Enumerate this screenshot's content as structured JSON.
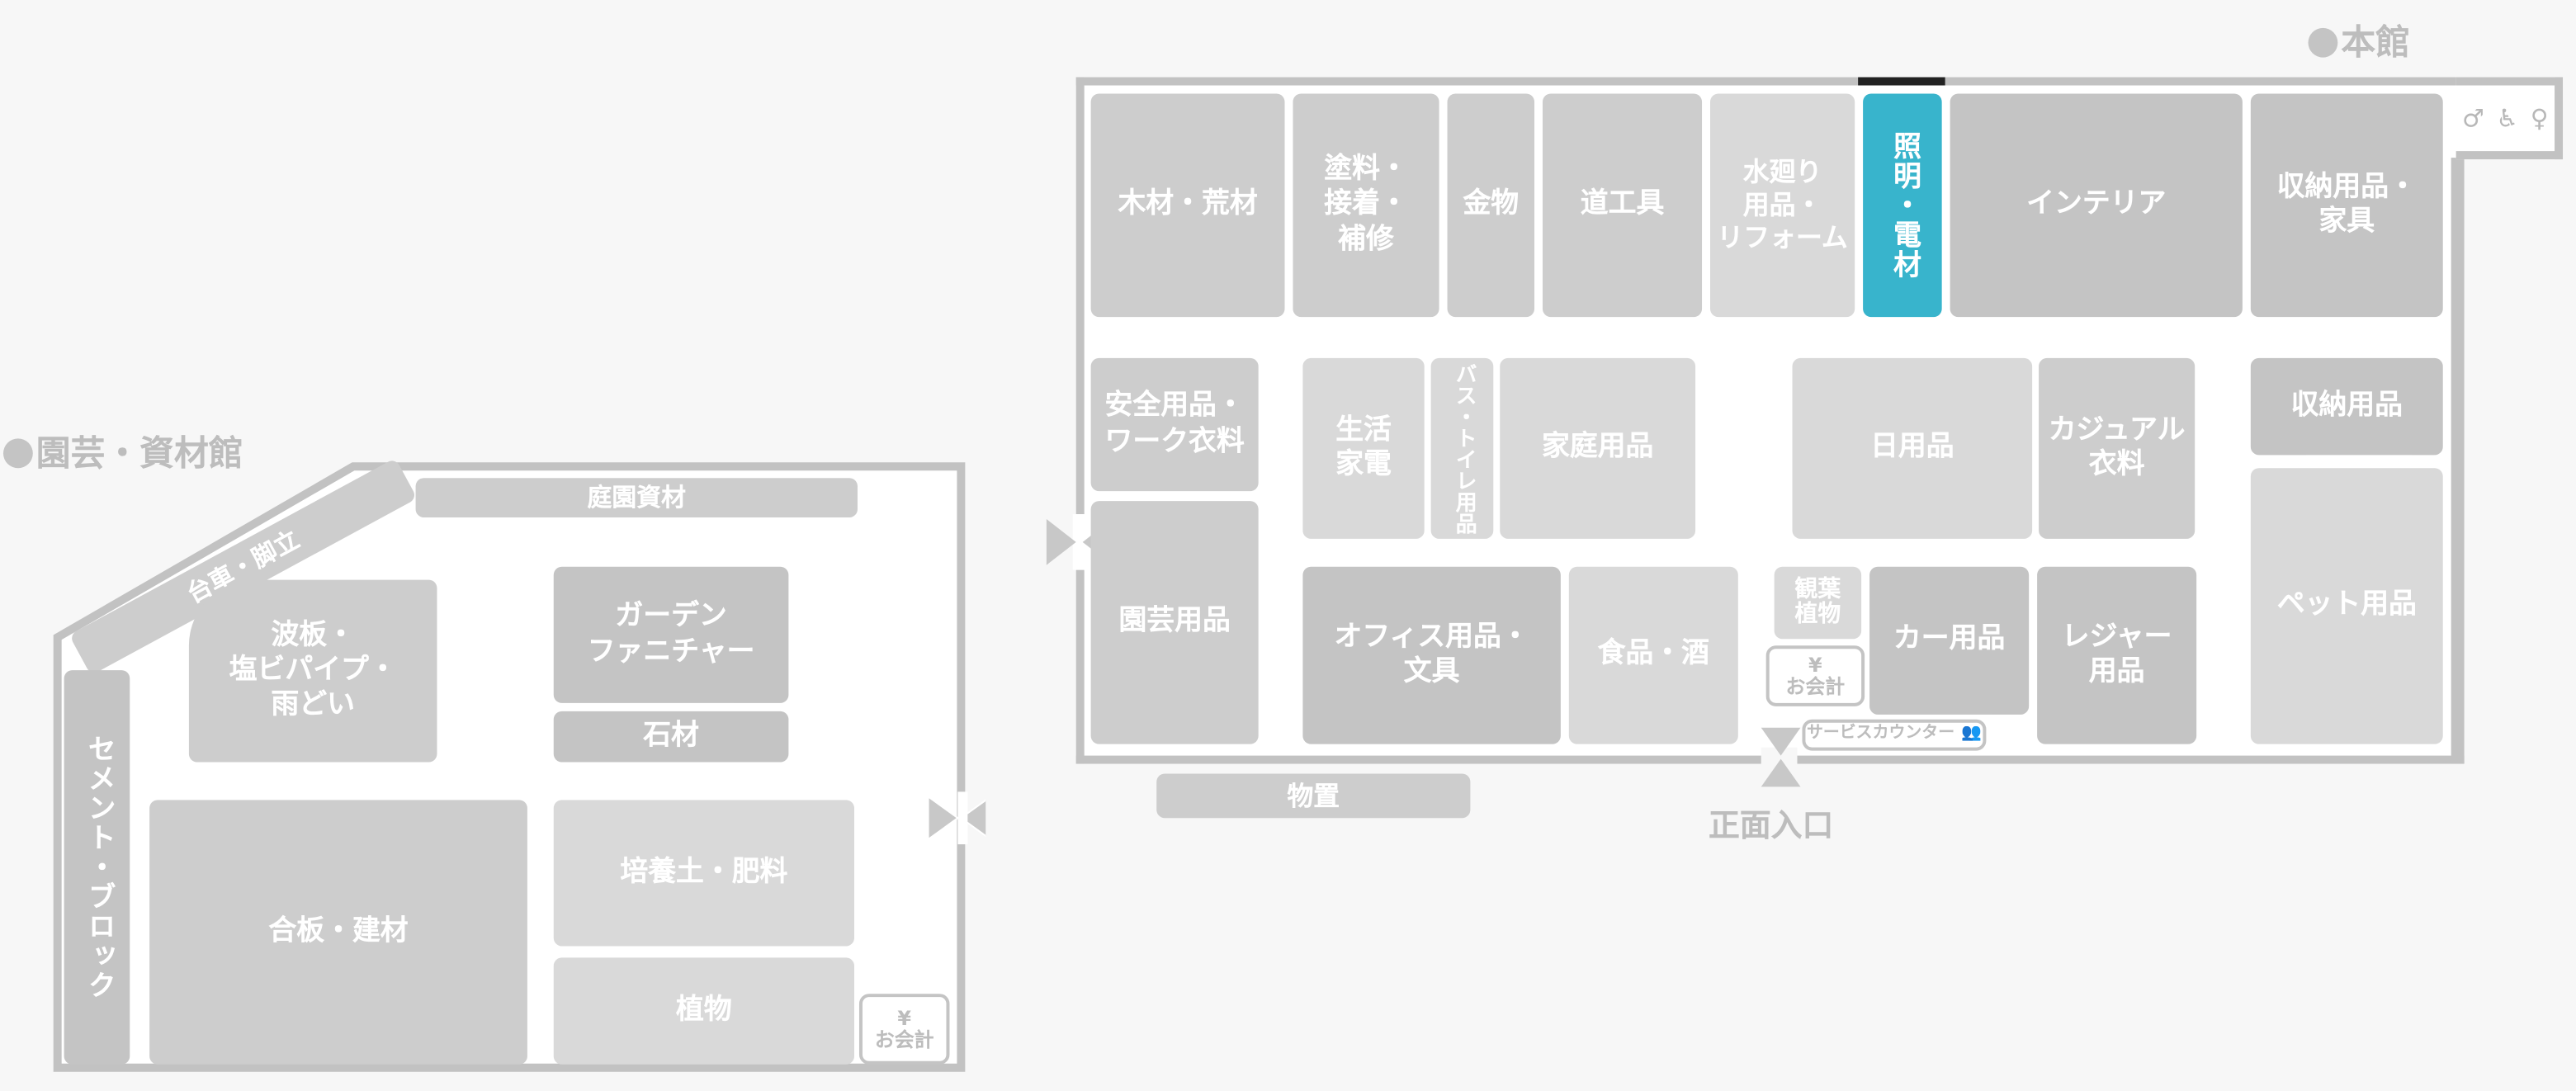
{
  "main_building": {
    "title": "本館",
    "entrance_label": "正面入口",
    "service_counter": "サービスカウンター",
    "checkout": {
      "yen": "¥",
      "label": "お会計"
    },
    "restroom_icons": [
      "male-restroom-icon",
      "wheelchair-icon",
      "female-restroom-icon"
    ],
    "sections": {
      "wood": "木材・荒材",
      "paint": "塗料・\n接着・\n補修",
      "hardware": "金物",
      "tools": "道工具",
      "water": "水廻り\n用品・\nリフォーム",
      "lighting": "照明・電材",
      "interior": "インテリア",
      "storage_furniture": "収納用品・\n家具",
      "safety": "安全用品・\nワーク衣料",
      "gardening": "園芸用品",
      "appliances": "生活\n家電",
      "bath": "バス・トイレ用品",
      "household": "家庭用品",
      "daily": "日用品",
      "casual": "カジュアル\n衣料",
      "storage": "収納用品",
      "pet": "ペット用品",
      "office": "オフィス用品・\n文具",
      "food": "食品・酒",
      "foliage": "観葉\n植物",
      "car": "カー用品",
      "leisure": "レジャー\n用品",
      "shed": "物置"
    }
  },
  "garden_building": {
    "title": "園芸・資材館",
    "checkout": {
      "yen": "¥",
      "label": "お会計"
    },
    "sections": {
      "garden_materials": "庭園資材",
      "cart": "台車・脚立",
      "corrugated": "波板・\n塩ビパイプ・\n雨どい",
      "furniture": "ガーデン\nファニチャー",
      "stone": "石材",
      "cement": "セメント・ブロック",
      "plywood": "合板・建材",
      "soil": "培養土・肥料",
      "plants": "植物"
    }
  },
  "colors": {
    "highlight": "#38b4cc",
    "wall": "#c2c2c2",
    "background": "#f7f7f7"
  }
}
